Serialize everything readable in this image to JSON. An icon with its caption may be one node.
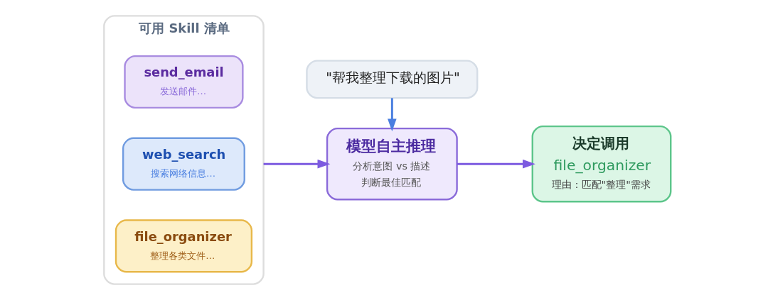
{
  "diagram": {
    "nodes": [
      {
        "text": [
          "\"帮我整理下载的图片\""
        ]
      },
      {
        "text": [
          "可用 Skill 清单"
        ]
      },
      {
        "text": [
          "file_organizer",
          "整理各类文件…"
        ],
        "in": 1
      },
      {
        "text": [
          "web_search",
          "搜索网络信息…"
        ],
        "in": 1
      },
      {
        "text": [
          "send_email",
          "发送邮件…"
        ],
        "in": 1
      },
      {
        "text": [
          "模型自主推理",
          "分析意图 vs 描述",
          "判断最佳匹配"
        ]
      },
      {
        "text": [
          "决定调用",
          "file_organizer",
          "理由：匹配\"整理\"需求"
        ]
      }
    ],
    "edges": [
      {
        "from": 0,
        "to": 5,
        "arrow": "to",
        "color": "#4a7fe0"
      },
      {
        "from": 1,
        "to": 5,
        "arrow": "to"
      },
      {
        "from": 5,
        "to": 6,
        "arrow": "to"
      }
    ]
  }
}
